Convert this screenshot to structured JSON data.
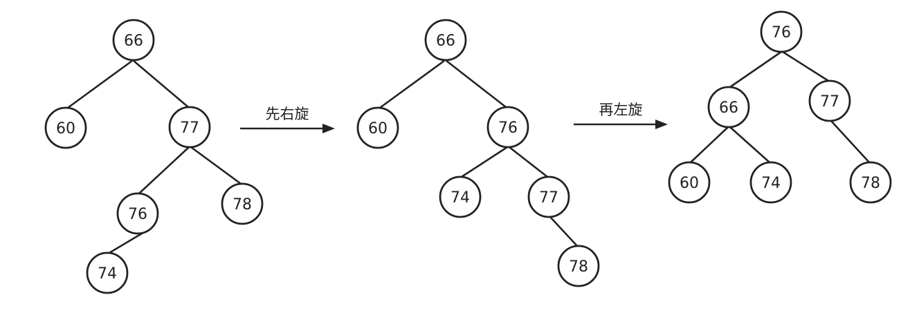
{
  "diagram": {
    "trees": [
      {
        "id": "before",
        "nodes": [
          {
            "id": "a66",
            "label": "66"
          },
          {
            "id": "a60",
            "label": "60"
          },
          {
            "id": "a77",
            "label": "77"
          },
          {
            "id": "a76",
            "label": "76"
          },
          {
            "id": "a78",
            "label": "78"
          },
          {
            "id": "a74",
            "label": "74"
          }
        ],
        "edges": [
          [
            "a66",
            "a60"
          ],
          [
            "a66",
            "a77"
          ],
          [
            "a77",
            "a76"
          ],
          [
            "a77",
            "a78"
          ],
          [
            "a76",
            "a74"
          ]
        ]
      },
      {
        "id": "after-right-rotation",
        "nodes": [
          {
            "id": "b66",
            "label": "66"
          },
          {
            "id": "b60",
            "label": "60"
          },
          {
            "id": "b76",
            "label": "76"
          },
          {
            "id": "b74",
            "label": "74"
          },
          {
            "id": "b77",
            "label": "77"
          },
          {
            "id": "b78",
            "label": "78"
          }
        ],
        "edges": [
          [
            "b66",
            "b60"
          ],
          [
            "b66",
            "b76"
          ],
          [
            "b76",
            "b74"
          ],
          [
            "b76",
            "b77"
          ],
          [
            "b77",
            "b78"
          ]
        ]
      },
      {
        "id": "after-left-rotation",
        "nodes": [
          {
            "id": "c76",
            "label": "76"
          },
          {
            "id": "c66",
            "label": "66"
          },
          {
            "id": "c77",
            "label": "77"
          },
          {
            "id": "c60",
            "label": "60"
          },
          {
            "id": "c74",
            "label": "74"
          },
          {
            "id": "c78",
            "label": "78"
          }
        ],
        "edges": [
          [
            "c76",
            "c66"
          ],
          [
            "c76",
            "c77"
          ],
          [
            "c66",
            "c60"
          ],
          [
            "c66",
            "c74"
          ],
          [
            "c77",
            "c78"
          ]
        ]
      }
    ],
    "arrows": [
      {
        "id": "arrow-1",
        "label": "先右旋"
      },
      {
        "id": "arrow-2",
        "label": "再左旋"
      }
    ],
    "colors": {
      "stroke": "#222222",
      "fill": "#ffffff"
    }
  }
}
